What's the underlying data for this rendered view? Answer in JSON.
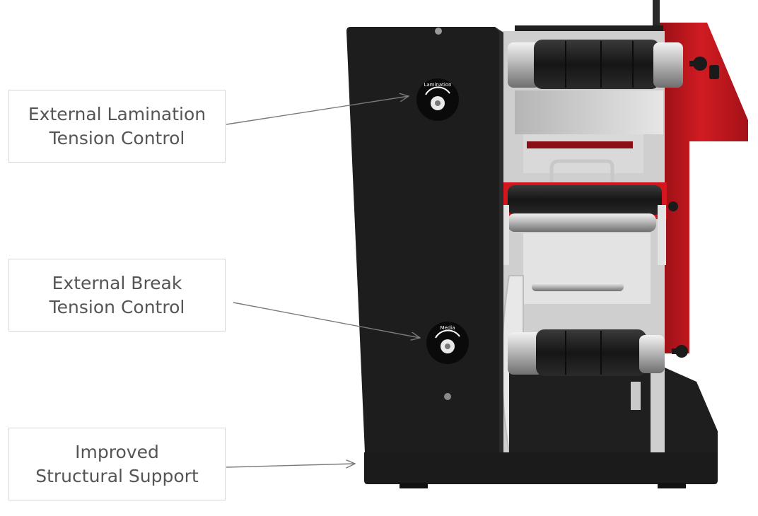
{
  "callouts": [
    {
      "line1": "External Lamination",
      "line2": "Tension Control"
    },
    {
      "line1": "External Break",
      "line2": "Tension Control"
    },
    {
      "line1": "Improved",
      "line2": "Structural Support"
    }
  ],
  "knobs": {
    "upper_label": "Lamination",
    "lower_label": "Media"
  },
  "colors": {
    "machine_body": "#1d1d1d",
    "accent_frame": "#c8161d",
    "callout_border": "#d6d6d6",
    "callout_text": "#555555",
    "arrow": "#7a7a7a"
  }
}
